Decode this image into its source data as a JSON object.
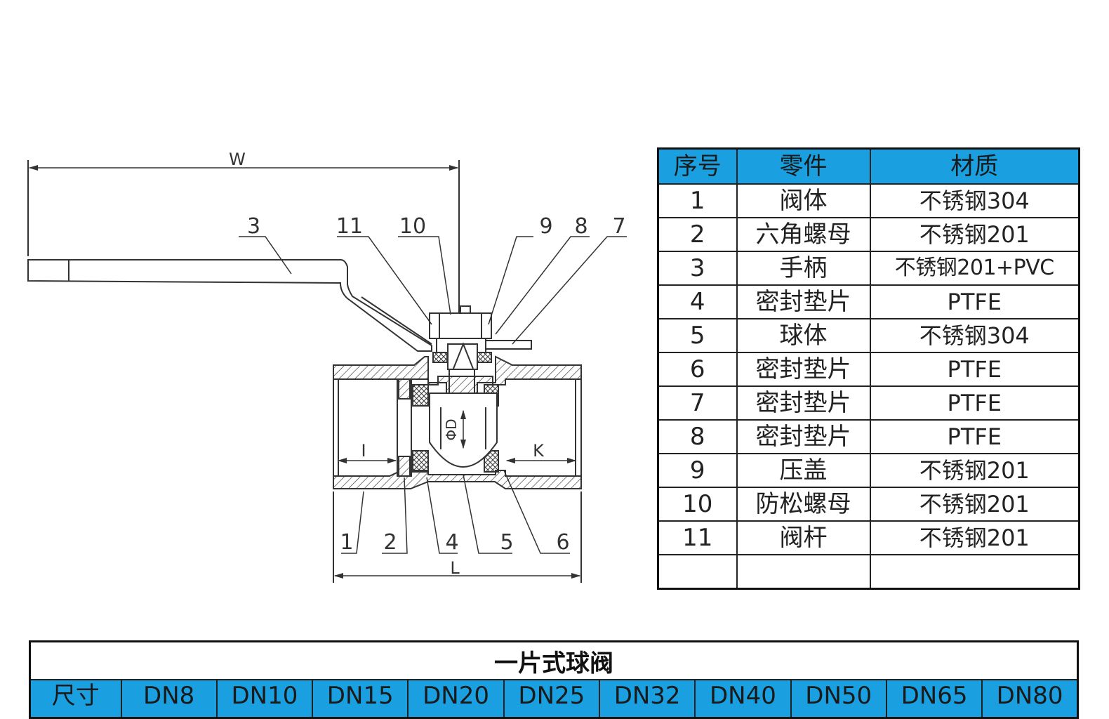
{
  "drawing": {
    "dimension_labels": {
      "w": "W",
      "l": "L",
      "i": "I",
      "k": "K",
      "d": "ΦD"
    },
    "callouts_top": [
      "3",
      "11",
      "10",
      "9",
      "8",
      "7"
    ],
    "callouts_bottom": [
      "1",
      "2",
      "4",
      "5",
      "6"
    ]
  },
  "parts_table": {
    "headers": [
      "序号",
      "零件",
      "材质"
    ],
    "rows": [
      {
        "no": "1",
        "part": "阀体",
        "material": "不锈钢304"
      },
      {
        "no": "2",
        "part": "六角螺母",
        "material": "不锈钢201"
      },
      {
        "no": "3",
        "part": "手柄",
        "material": "不锈钢201+PVC"
      },
      {
        "no": "4",
        "part": "密封垫片",
        "material": "PTFE"
      },
      {
        "no": "5",
        "part": "球体",
        "material": "不锈钢304"
      },
      {
        "no": "6",
        "part": "密封垫片",
        "material": "PTFE"
      },
      {
        "no": "7",
        "part": "密封垫片",
        "material": "PTFE"
      },
      {
        "no": "8",
        "part": "密封垫片",
        "material": "PTFE"
      },
      {
        "no": "9",
        "part": "压盖",
        "material": "不锈钢201"
      },
      {
        "no": "10",
        "part": "防松螺母",
        "material": "不锈钢201"
      },
      {
        "no": "11",
        "part": "阀杆",
        "material": "不锈钢201"
      },
      {
        "no": "",
        "part": "",
        "material": ""
      }
    ]
  },
  "size_table": {
    "title": "一片式球阀",
    "header": [
      "尺寸",
      "DN8",
      "DN10",
      "DN15",
      "DN20",
      "DN25",
      "DN32",
      "DN40",
      "DN50",
      "DN65",
      "DN80"
    ]
  },
  "colors": {
    "header_fill": "#1a9fe0",
    "line": "#222222"
  }
}
